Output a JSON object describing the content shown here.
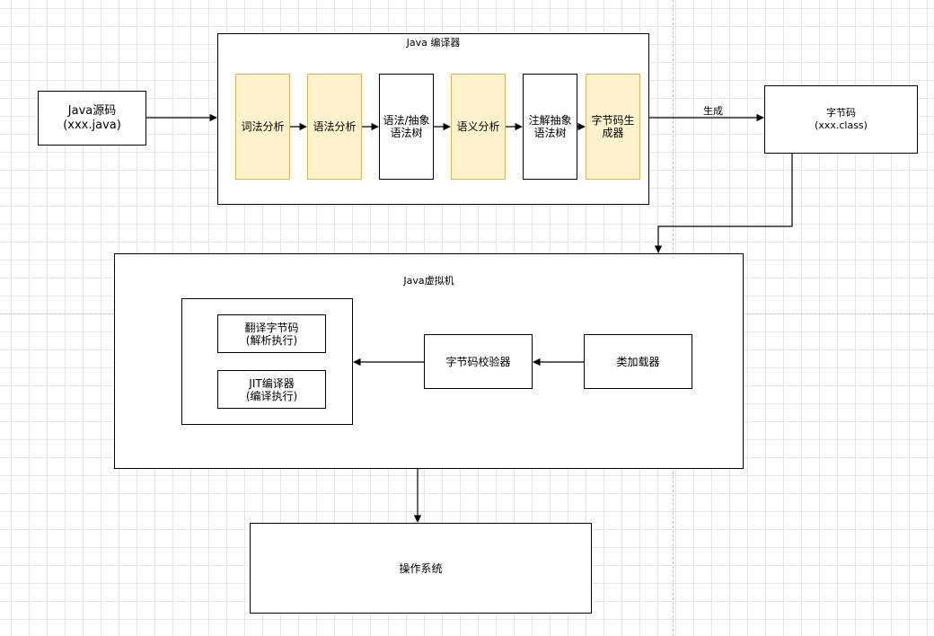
{
  "source": {
    "line1": "Java源码",
    "line2": "(xxx.java)"
  },
  "compiler": {
    "title": "Java 编译器",
    "steps": [
      {
        "line1": "词法分析",
        "line2": ""
      },
      {
        "line1": "语法分析",
        "line2": ""
      },
      {
        "line1": "语法/抽象",
        "line2": "语法树"
      },
      {
        "line1": "语义分析",
        "line2": ""
      },
      {
        "line1": "注解抽象",
        "line2": "语法树"
      },
      {
        "line1": "字节码生",
        "line2": "成器"
      }
    ]
  },
  "generate_label": "生成",
  "bytecode": {
    "line1": "字节码",
    "line2": "(xxx.class)"
  },
  "jvm": {
    "title": "Java虚拟机",
    "interpreter": {
      "line1": "翻译字节码",
      "line2": "(解析执行)"
    },
    "jit": {
      "line1": "JIT编译器",
      "line2": "(编译执行)"
    },
    "verifier": "字节码校验器",
    "class_loader": "类加载器"
  },
  "os": "操作系统",
  "colors": {
    "step_fill": "#fff2cc",
    "step_stroke": "#d6b656",
    "line": "#000000"
  }
}
